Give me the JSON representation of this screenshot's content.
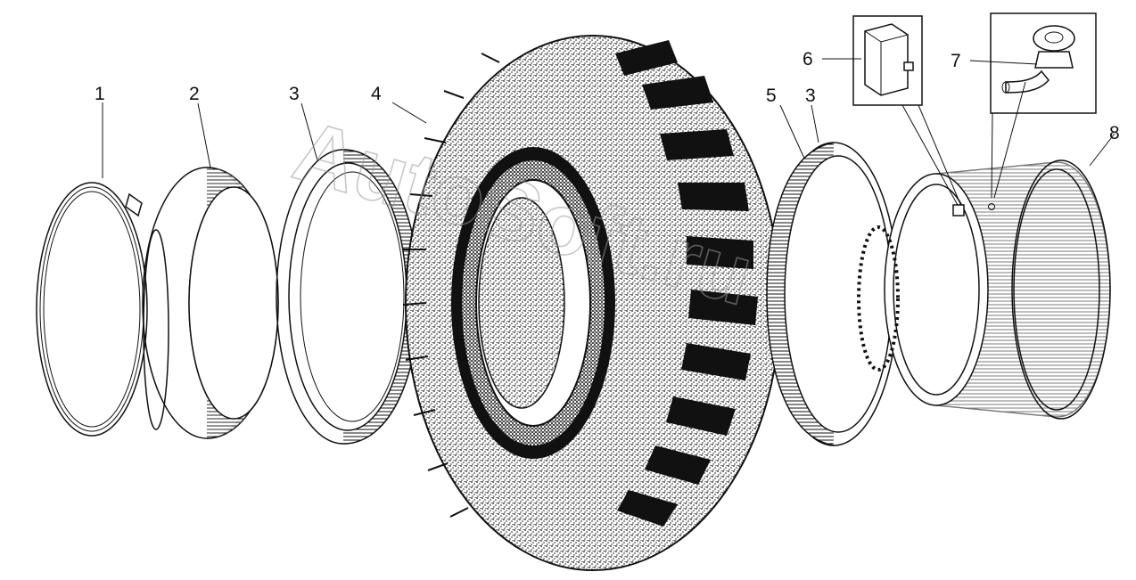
{
  "watermark": "AutoSoft.ru",
  "callouts": {
    "c1": "1",
    "c2": "2",
    "c3a": "3",
    "c4": "4",
    "c5": "5",
    "c3b": "3",
    "c6": "6",
    "c7": "7",
    "c8": "8"
  },
  "colors": {
    "ink": "#111111",
    "paper": "#ffffff",
    "watermark": "#9a9a9a"
  }
}
